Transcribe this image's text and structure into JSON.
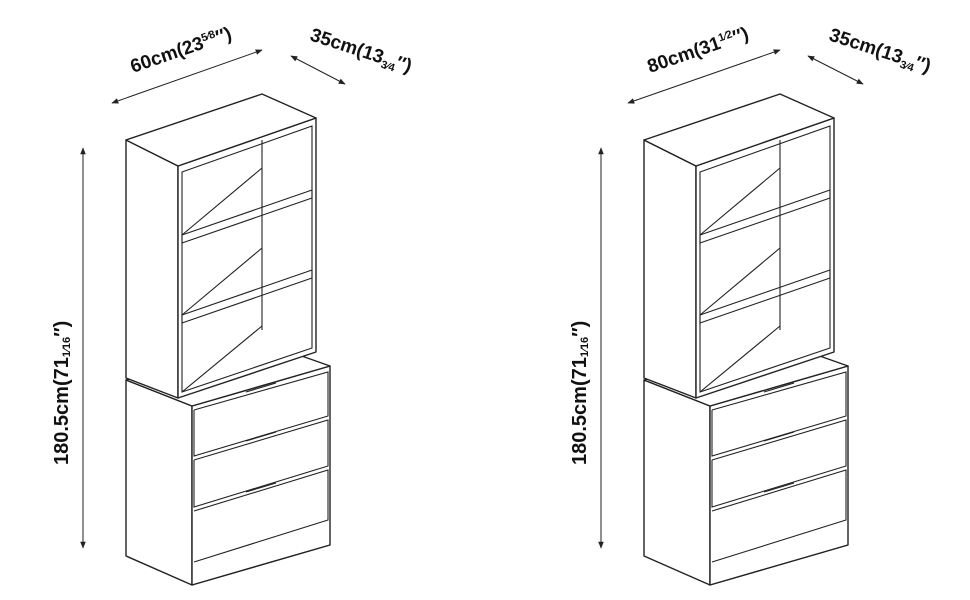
{
  "left_unit": {
    "width_main": "60cm(23",
    "width_frac": "5⁄8",
    "width_tail": "″)",
    "depth_main": "35cm(13",
    "depth_frac": "3⁄4",
    "depth_tail": "″)",
    "height_main": "180.5cm(71",
    "height_frac": "1⁄16",
    "height_tail": "″)"
  },
  "right_unit": {
    "width_main": "80cm(31",
    "width_frac": "1⁄2",
    "width_tail": "″)",
    "depth_main": "35cm(13",
    "depth_frac": "3⁄4",
    "depth_tail": "″)",
    "height_main": "180.5cm(71",
    "height_frac": "1⁄16",
    "height_tail": "″)"
  },
  "colors": {
    "line": "#222222",
    "background": "#ffffff"
  }
}
